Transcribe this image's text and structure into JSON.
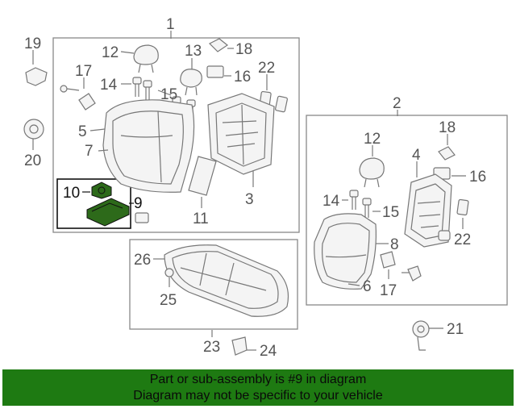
{
  "callouts": {
    "n1": "1",
    "n2": "2",
    "n3": "3",
    "n4": "4",
    "n5": "5",
    "n6": "6",
    "n7": "7",
    "n8": "8",
    "n9": "9",
    "n10": "10",
    "n11": "11",
    "n12a": "12",
    "n12b": "12",
    "n13": "13",
    "n14a": "14",
    "n14b": "14",
    "n15a": "15",
    "n15b": "15",
    "n16a": "16",
    "n16b": "16",
    "n17a": "17",
    "n17b": "17",
    "n18a": "18",
    "n18b": "18",
    "n19": "19",
    "n20": "20",
    "n21": "21",
    "n22a": "22",
    "n22b": "22",
    "n23": "23",
    "n24": "24",
    "n25": "25",
    "n26": "26"
  },
  "highlighted_part": "9",
  "banner": {
    "line1": "Part or sub-assembly is #9 in diagram",
    "line2": "Diagram may not be specific to your vehicle",
    "color": "#1e7a12"
  },
  "highlight_color": "#2d6a1a"
}
